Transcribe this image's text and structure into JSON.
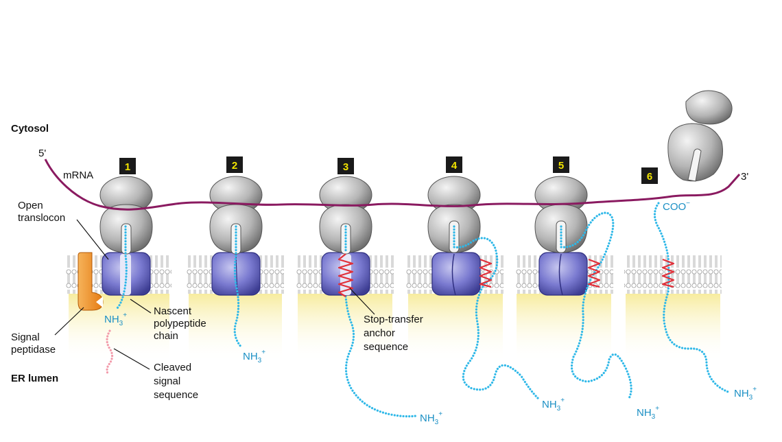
{
  "labels": {
    "cytosol": "Cytosol",
    "er_lumen": "ER lumen",
    "mrna": "mRNA",
    "five_prime": "5'",
    "three_prime": "3'",
    "open_translocon": [
      "Open",
      "translocon"
    ],
    "signal_peptidase": [
      "Signal",
      "peptidase"
    ],
    "nascent_chain": [
      "Nascent",
      "polypeptide",
      "chain"
    ],
    "cleaved_signal": [
      "Cleaved",
      "signal",
      "sequence"
    ],
    "stop_transfer": [
      "Stop-transfer",
      "anchor",
      "sequence"
    ]
  },
  "termini": {
    "nh3": "NH",
    "nh3_sub": "3",
    "nh3_sup": "+",
    "coo": "COO",
    "coo_sup": "−"
  },
  "steps": [
    "1",
    "2",
    "3",
    "4",
    "5",
    "6"
  ],
  "colors": {
    "mrna": "#8a1a60",
    "ribosome": "#b8b8b8",
    "translocon": "#6f6fc4",
    "chain": "#2fb8e8",
    "anchor": "#e0303a",
    "signal_peptidase": "#f08a1e",
    "cleaved_signal": "#f29aaa",
    "lumen": "#fbf3bf",
    "badge": "#1a1a1a",
    "badge_text": "#f2e400"
  }
}
